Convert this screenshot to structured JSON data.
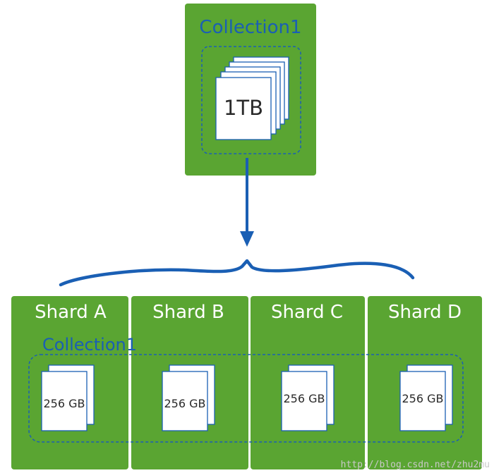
{
  "top": {
    "title": "Collection1",
    "size": "1TB"
  },
  "bottom": {
    "collection_label": "Collection1"
  },
  "shards": [
    {
      "name": "Shard A",
      "size": "256 GB"
    },
    {
      "name": "Shard B",
      "size": "256 GB"
    },
    {
      "name": "Shard C",
      "size": "256 GB"
    },
    {
      "name": "Shard D",
      "size": "256 GB"
    }
  ],
  "watermark": "http://blog.csdn.net/zhu2mu",
  "colors": {
    "green": "#5aa532",
    "blue": "#1a5fb4",
    "white": "#ffffff"
  }
}
